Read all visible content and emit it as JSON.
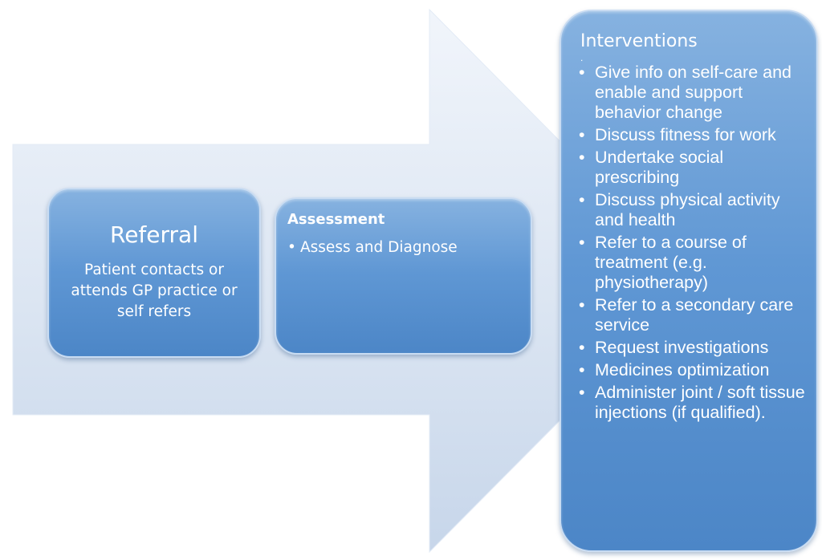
{
  "colors": {
    "box_fill": "#5f97d4",
    "box_border": "#c9dcf2",
    "arrow_light": "#eef3fa",
    "arrow_mid": "#d3e0f0",
    "text": "#ffffff"
  },
  "referral": {
    "title": "Referral",
    "description": "Patient contacts or attends GP practice or self refers"
  },
  "assessment": {
    "title": "Assessment",
    "items": [
      "Assess and Diagnose"
    ]
  },
  "interventions": {
    "title": "Interventions",
    "dot": ".",
    "items": [
      "Give info on self-care and enable and support behavior change",
      "Discuss fitness for work",
      "Undertake social prescribing",
      "Discuss physical activity and health",
      "Refer to a course of treatment (e.g. physiotherapy)",
      "Refer to a secondary care service",
      "Request investigations",
      "Medicines optimization",
      "Administer joint / soft tissue injections (if qualified)."
    ]
  }
}
